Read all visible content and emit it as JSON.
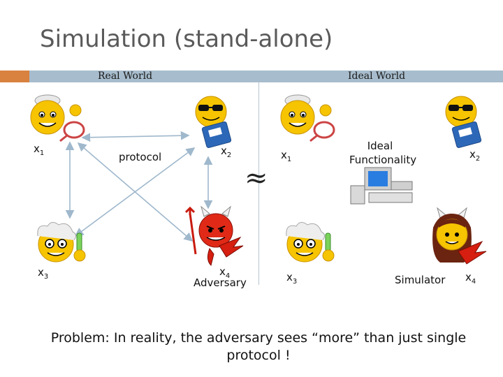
{
  "title": "Simulation (stand-alone)",
  "headers": {
    "real_world": "Real World",
    "ideal_world": "Ideal World"
  },
  "labels": {
    "protocol": "protocol",
    "ideal_functionality_line1": "Ideal",
    "ideal_functionality_line2": "Functionality",
    "adversary": "Adversary",
    "simulator": "Simulator",
    "approx": "≈"
  },
  "parties": {
    "real": {
      "x1": "x",
      "x1_sub": "1",
      "x2": "x",
      "x2_sub": "2",
      "x3": "x",
      "x3_sub": "3",
      "x4": "x",
      "x4_sub": "4"
    },
    "ideal": {
      "x1": "x",
      "x1_sub": "1",
      "x2": "x",
      "x2_sub": "2",
      "x3": "x",
      "x3_sub": "3",
      "x4": "x",
      "x4_sub": "4"
    }
  },
  "footer": {
    "line1": "Problem: In reality,  the adversary sees “more” than just single",
    "line2": "protocol !"
  },
  "colors": {
    "accent_orange": "#d9823f",
    "header_blue": "#a7bccc",
    "edge": "#9fb8cc"
  },
  "icons": [
    "tennis-smiley-icon",
    "sunglasses-smiley-icon",
    "scientist-smiley-icon",
    "devil-smiley-icon",
    "computer-icon",
    "devil-girl-smiley-icon"
  ]
}
